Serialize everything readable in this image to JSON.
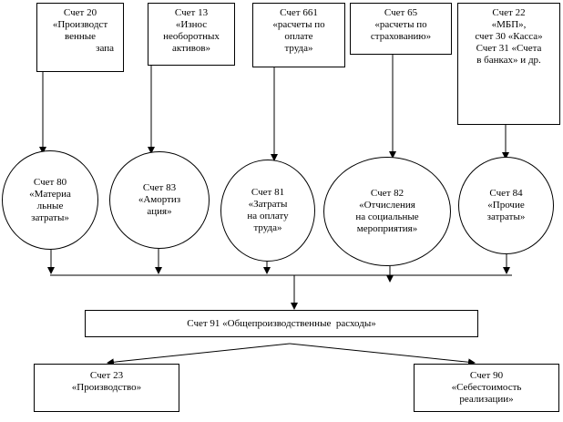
{
  "sources": [
    {
      "account": "Счет 20",
      "lines": [
        "«Производст",
        "венные",
        "запа"
      ]
    },
    {
      "account": "Счет 13",
      "lines": [
        "«Износ",
        "необоротных",
        "активов»"
      ]
    },
    {
      "account": "Счет 661",
      "lines": [
        "«расчеты по",
        "оплате",
        "труда»"
      ]
    },
    {
      "account": "Счет 65",
      "lines": [
        "«расчеты по",
        "страхованию»"
      ]
    },
    {
      "account": "Счет 22",
      "lines": [
        "«МБП»,",
        "счет 30 «Касса»",
        "Счет 31 «Счета",
        "в банках» и др."
      ]
    }
  ],
  "costs": [
    {
      "account": "Счет 80",
      "lines": [
        "«Материа",
        "льные",
        "затраты»"
      ]
    },
    {
      "account": "Счет 83",
      "lines": [
        "«Амортиз",
        "ация»"
      ]
    },
    {
      "account": "Счет 81",
      "lines": [
        "«Затраты",
        "на оплату",
        "труда»"
      ]
    },
    {
      "account": "Счет 82",
      "lines": [
        "«Отчисления",
        "на социальные",
        "мероприятия»"
      ]
    },
    {
      "account": "Счет 84",
      "lines": [
        "«Прочие",
        "затраты»"
      ]
    }
  ],
  "aggregate": {
    "label": "Счет 91 «Общепроизводственные  расходы»"
  },
  "targets": [
    {
      "account": "Счет 23",
      "lines": [
        "«Производство»"
      ]
    },
    {
      "account": "Счет 90",
      "lines": [
        "«Себестоимость",
        "реализации»"
      ]
    }
  ]
}
